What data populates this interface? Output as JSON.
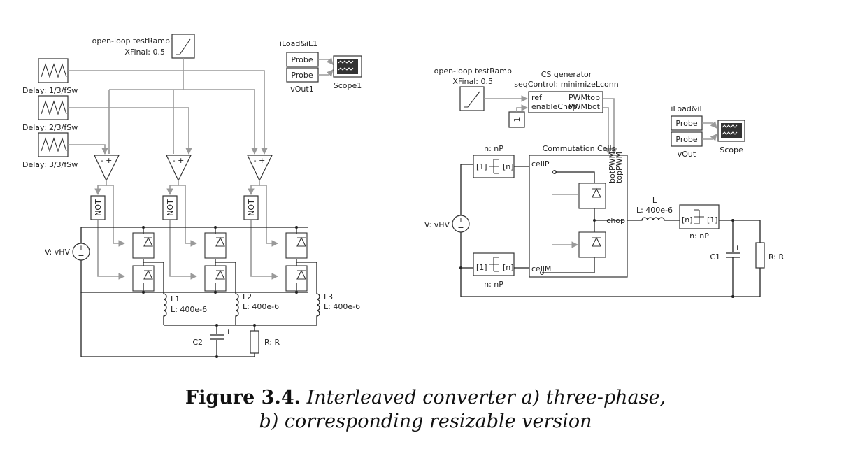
{
  "figure_a": {
    "ramp_label": "open-loop testRamp1",
    "ramp_param": "XFinal: 0.5",
    "probe_group": "iLoad&iL1",
    "probe_top": "Probe",
    "probe_bottom": "Probe",
    "probe_caption": "vOut1",
    "scope_label": "Scope1",
    "carriers": [
      "Delay: 1/3/fSw",
      "Delay: 2/3/fSw",
      "Delay: 3/3/fSw"
    ],
    "not_label": "NOT",
    "comparator_signs": "- +",
    "source_label": "V: vHV",
    "inductors": [
      {
        "name": "L1",
        "value": "L: 400e-6"
      },
      {
        "name": "L2",
        "value": "L: 400e-6"
      },
      {
        "name": "L3",
        "value": "L: 400e-6"
      }
    ],
    "cap_label": "C2",
    "res_label": "R: R"
  },
  "figure_b": {
    "ramp_label": "open-loop testRamp",
    "ramp_param": "XFinal: 0.5",
    "generator_title": "CS generator",
    "generator_subtitle": "seqControl: minimizeLconn",
    "gen_in_ref": "ref",
    "gen_in_chop": "enableChop",
    "gen_out_top": "PWMtop",
    "gen_out_bot": "PWMbot",
    "const_value": "1",
    "probe_group": "iLoad&iL",
    "probe_top": "Probe",
    "probe_bottom": "Probe",
    "probe_caption": "vOut",
    "scope_label": "Scope",
    "cells_title": "Commutation Cells",
    "port_botpwm": "botPWM",
    "port_toppwm": "topPWM",
    "port_cellp": "cellP",
    "port_cellm": "cellM",
    "port_chop": "chop",
    "np_top": "n: nP",
    "np_bottom": "n: nP",
    "np_right": "n: nP",
    "bus_1": "[1]",
    "bus_n": "[n]",
    "source_label": "V: vHV",
    "ind_name": "L",
    "ind_value": "L: 400e-6",
    "cap_label": "C1",
    "res_label": "R: R"
  },
  "caption": {
    "bold": "Figure 3.4.",
    "line1": "Interleaved converter a) three-phase,",
    "line2": "b) corresponding resizable version"
  },
  "colors": {
    "ink": "#222222",
    "signal": "#9a9a9a",
    "background": "#ffffff"
  }
}
